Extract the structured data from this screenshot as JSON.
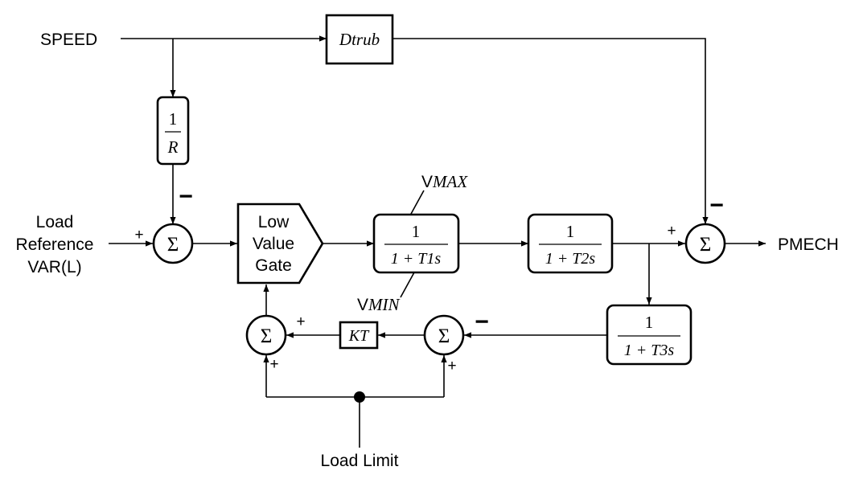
{
  "signals": {
    "speed": "SPEED",
    "load_reference": [
      "Load",
      "Reference",
      "VAR(L)"
    ],
    "pmech": "PMECH",
    "load_limit": "Load Limit"
  },
  "blocks": {
    "dtrub": "Dtrub",
    "inv_r": {
      "num": "1",
      "den": "R"
    },
    "low_value_gate": [
      "Low",
      "Value",
      "Gate"
    ],
    "tf1": {
      "num": "1",
      "den": "1 + T1s"
    },
    "tf2": {
      "num": "1",
      "den": "1 + T2s"
    },
    "tf3": {
      "num": "1",
      "den": "1 + T3s"
    },
    "kt": "KT"
  },
  "limits": {
    "vmax": "VMAX",
    "vmin": "VMIN",
    "v_prefix": "V",
    "vmax_suffix": "MAX",
    "vmin_suffix": "MIN"
  },
  "summing_symbol": "Σ",
  "signs": {
    "plus": "+",
    "minus": "−"
  }
}
